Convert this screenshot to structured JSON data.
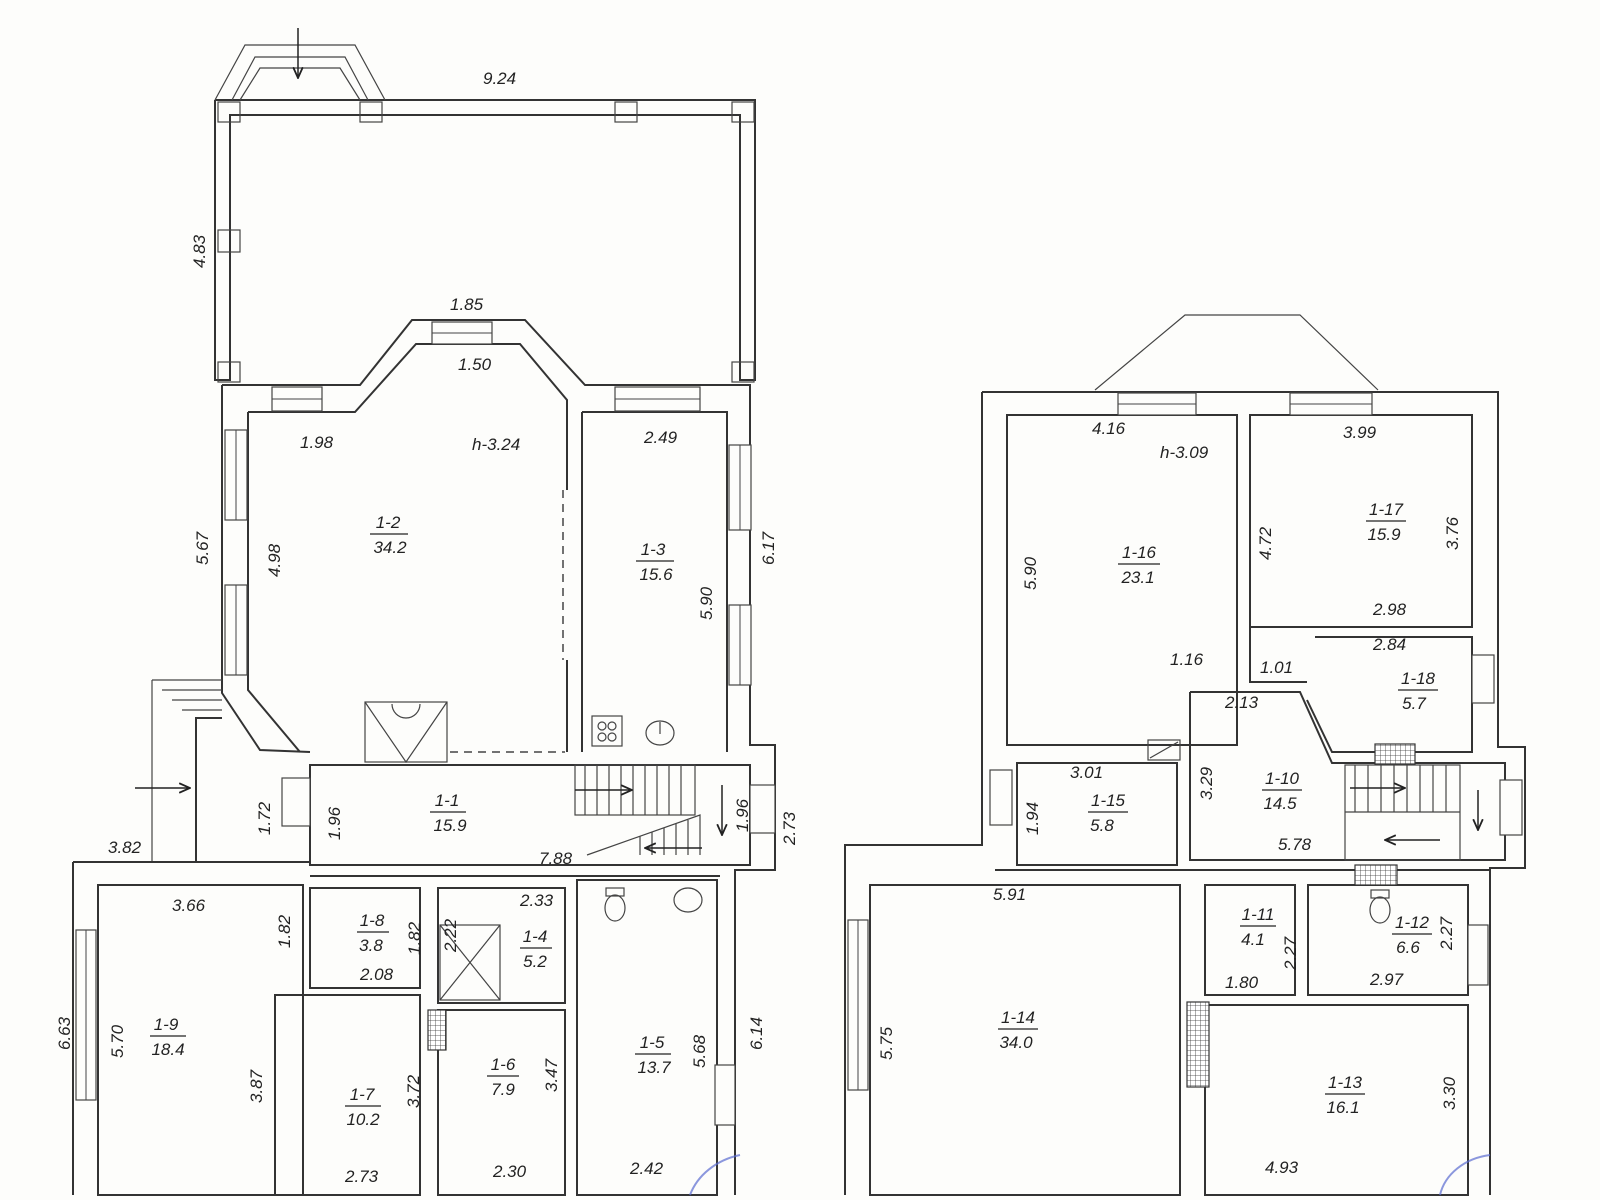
{
  "left_plan": {
    "dimensions": {
      "top_width": "9.24",
      "top_height": "4.83",
      "bay_outer": "1.85",
      "bay_inner": "1.50",
      "r12_width": "1.98",
      "r12_wall": "5.67",
      "r12_inner": "4.98",
      "r13_width": "2.49",
      "r13_height": "5.90",
      "right_wall": "6.17",
      "corridor_height_left": "1.72",
      "corridor_height_inner": "1.96",
      "stair_height": "1.96",
      "stair_outer": "2.73",
      "porch": "3.82",
      "corridor_width": "7.88",
      "r14_width": "2.33",
      "r18_height_left": "1.82",
      "r18_height_right": "1.82",
      "r14_height": "2.22",
      "r19_width": "3.66",
      "r19_outer": "6.63",
      "r19_inner": "5.70",
      "r19_right": "3.87",
      "r17_top": "2.08",
      "r17_right": "3.72",
      "r17_bottom": "2.73",
      "r16_right": "3.47",
      "r16_bottom": "2.30",
      "r15_right": "5.68",
      "r15_bottom": "2.42",
      "outer_right": "6.14"
    },
    "ceiling_height": "h-3.24",
    "rooms": [
      {
        "id": "1-2",
        "area": "34.2"
      },
      {
        "id": "1-3",
        "area": "15.6"
      },
      {
        "id": "1-1",
        "area": "15.9"
      },
      {
        "id": "1-8",
        "area": "3.8"
      },
      {
        "id": "1-4",
        "area": "5.2"
      },
      {
        "id": "1-9",
        "area": "18.4"
      },
      {
        "id": "1-7",
        "area": "10.2"
      },
      {
        "id": "1-6",
        "area": "7.9"
      },
      {
        "id": "1-5",
        "area": "13.7"
      }
    ]
  },
  "right_plan": {
    "dimensions": {
      "r116_width": "4.16",
      "r117_width": "3.99",
      "r116_height": "5.90",
      "r117_left": "4.72",
      "r117_right": "3.76",
      "r117_bottom": "2.98",
      "r118_top": "2.84",
      "r110_left_top": "1.16",
      "r110_top": "1.01",
      "r110_width_top": "2.13",
      "r115_width": "3.01",
      "r110_left": "3.29",
      "r115_height": "1.94",
      "r110_bottom": "5.78",
      "r114_width": "5.91",
      "r111_height": "2.27",
      "r112_height": "2.27",
      "r111_bottom": "1.80",
      "r112_bottom": "2.97",
      "r114_height": "5.75",
      "r113_height": "3.30",
      "r113_bottom": "4.93"
    },
    "ceiling_height": "h-3.09",
    "rooms": [
      {
        "id": "1-16",
        "area": "23.1"
      },
      {
        "id": "1-17",
        "area": "15.9"
      },
      {
        "id": "1-18",
        "area": "5.7"
      },
      {
        "id": "1-15",
        "area": "5.8"
      },
      {
        "id": "1-10",
        "area": "14.5"
      },
      {
        "id": "1-11",
        "area": "4.1"
      },
      {
        "id": "1-12",
        "area": "6.6"
      },
      {
        "id": "1-14",
        "area": "34.0"
      },
      {
        "id": "1-13",
        "area": "16.1"
      }
    ]
  }
}
